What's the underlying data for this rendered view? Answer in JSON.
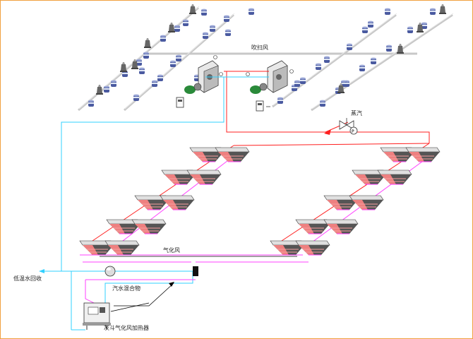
{
  "labels": {
    "blow_air": "吹扫风",
    "steam": "蒸汽",
    "gasify_air": "气化风",
    "low_temp_return": "低温水回收",
    "steam_water_mix": "汽水混合物",
    "heater": "灰斗气化风加热器"
  },
  "colors": {
    "steam_pipe": "#ff2020",
    "water_pipe": "#30d0ff",
    "mix_pipe": "#ff40ff",
    "air_pipe": "#000000",
    "header_pipe": "#c8c8c8",
    "header_pipe_light": "#e8e8e8",
    "frame": "#f0a040"
  },
  "icons": {
    "silo": "silo-icon",
    "bag": "filter-bag-icon",
    "blower": "blower-icon",
    "fan_motor": "fan-motor-icon",
    "cabinet": "control-cabinet-icon",
    "hopper": "ash-hopper-icon",
    "valve": "valve-icon",
    "pump": "pump-icon",
    "tank": "tank-icon",
    "heater": "heater-icon"
  }
}
